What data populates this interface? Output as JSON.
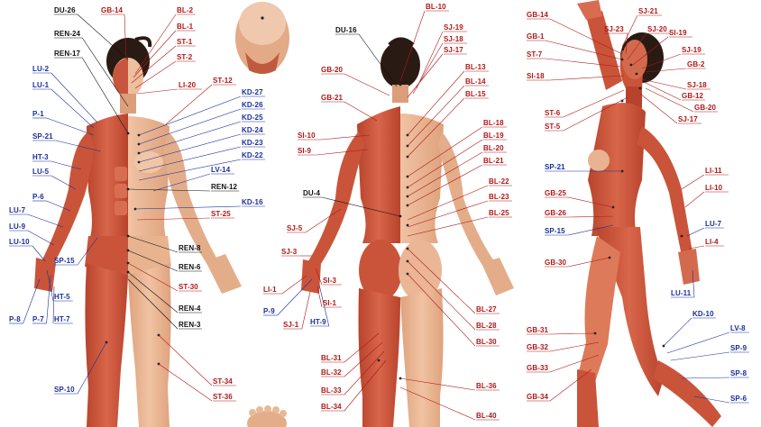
{
  "colors": {
    "skin": "#e9b48f",
    "muscle": "#c9543a",
    "muscle_light": "#dd7a5a",
    "hair": "#2a1a14",
    "label_red": "#b01818",
    "label_blue": "#1a2f9a",
    "label_black": "#111111",
    "point": "#222222"
  },
  "figures": [
    {
      "id": "front",
      "view": "anterior"
    },
    {
      "id": "back",
      "view": "posterior"
    },
    {
      "id": "side",
      "view": "lateral"
    },
    {
      "id": "head-top",
      "view": "top of head"
    },
    {
      "id": "foot",
      "view": "sole of foot"
    }
  ],
  "labels": {
    "front": [
      {
        "text": "DU-26",
        "color": "black"
      },
      {
        "text": "GB-14",
        "color": "red"
      },
      {
        "text": "BL-2",
        "color": "red"
      },
      {
        "text": "BL-1",
        "color": "red"
      },
      {
        "text": "REN-24",
        "color": "black"
      },
      {
        "text": "ST-1",
        "color": "red"
      },
      {
        "text": "REN-17",
        "color": "black"
      },
      {
        "text": "ST-2",
        "color": "red"
      },
      {
        "text": "LU-2",
        "color": "blue"
      },
      {
        "text": "LI-20",
        "color": "red"
      },
      {
        "text": "LU-1",
        "color": "blue"
      },
      {
        "text": "ST-12",
        "color": "red"
      },
      {
        "text": "KD-27",
        "color": "blue"
      },
      {
        "text": "KD-26",
        "color": "blue"
      },
      {
        "text": "P-1",
        "color": "blue"
      },
      {
        "text": "KD-25",
        "color": "blue"
      },
      {
        "text": "SP-21",
        "color": "blue"
      },
      {
        "text": "KD-24",
        "color": "blue"
      },
      {
        "text": "KD-23",
        "color": "blue"
      },
      {
        "text": "HT-3",
        "color": "blue"
      },
      {
        "text": "KD-22",
        "color": "blue"
      },
      {
        "text": "LU-5",
        "color": "blue"
      },
      {
        "text": "LV-14",
        "color": "blue"
      },
      {
        "text": "REN-12",
        "color": "black"
      },
      {
        "text": "P-6",
        "color": "blue"
      },
      {
        "text": "KD-16",
        "color": "blue"
      },
      {
        "text": "LU-7",
        "color": "blue"
      },
      {
        "text": "ST-25",
        "color": "red"
      },
      {
        "text": "LU-9",
        "color": "blue"
      },
      {
        "text": "LU-10",
        "color": "blue"
      },
      {
        "text": "REN-8",
        "color": "black"
      },
      {
        "text": "SP-15",
        "color": "blue"
      },
      {
        "text": "REN-6",
        "color": "black"
      },
      {
        "text": "HT-5",
        "color": "blue"
      },
      {
        "text": "ST-30",
        "color": "red"
      },
      {
        "text": "P-8",
        "color": "blue"
      },
      {
        "text": "P-7",
        "color": "blue"
      },
      {
        "text": "HT-7",
        "color": "blue"
      },
      {
        "text": "REN-4",
        "color": "black"
      },
      {
        "text": "REN-3",
        "color": "black"
      },
      {
        "text": "ST-34",
        "color": "red"
      },
      {
        "text": "SP-10",
        "color": "blue"
      },
      {
        "text": "ST-36",
        "color": "red"
      }
    ],
    "back": [
      {
        "text": "BL-10",
        "color": "red"
      },
      {
        "text": "DU-16",
        "color": "black"
      },
      {
        "text": "SJ-19",
        "color": "red"
      },
      {
        "text": "SJ-18",
        "color": "red"
      },
      {
        "text": "SJ-17",
        "color": "red"
      },
      {
        "text": "GB-20",
        "color": "red"
      },
      {
        "text": "BL-13",
        "color": "red"
      },
      {
        "text": "BL-14",
        "color": "red"
      },
      {
        "text": "GB-21",
        "color": "red"
      },
      {
        "text": "BL-15",
        "color": "red"
      },
      {
        "text": "BL-18",
        "color": "red"
      },
      {
        "text": "SI-10",
        "color": "red"
      },
      {
        "text": "BL-19",
        "color": "red"
      },
      {
        "text": "BL-20",
        "color": "red"
      },
      {
        "text": "SI-9",
        "color": "red"
      },
      {
        "text": "BL-21",
        "color": "red"
      },
      {
        "text": "BL-22",
        "color": "red"
      },
      {
        "text": "DU-4",
        "color": "black"
      },
      {
        "text": "BL-23",
        "color": "red"
      },
      {
        "text": "BL-25",
        "color": "red"
      },
      {
        "text": "SJ-5",
        "color": "red"
      },
      {
        "text": "SJ-3",
        "color": "red"
      },
      {
        "text": "SI-3",
        "color": "red"
      },
      {
        "text": "LI-1",
        "color": "red"
      },
      {
        "text": "SI-1",
        "color": "red"
      },
      {
        "text": "BL-27",
        "color": "red"
      },
      {
        "text": "P-9",
        "color": "blue"
      },
      {
        "text": "HT-9",
        "color": "blue"
      },
      {
        "text": "BL-28",
        "color": "red"
      },
      {
        "text": "SJ-1",
        "color": "red"
      },
      {
        "text": "BL-30",
        "color": "red"
      },
      {
        "text": "BL-31",
        "color": "red"
      },
      {
        "text": "BL-32",
        "color": "red"
      },
      {
        "text": "BL-33",
        "color": "red"
      },
      {
        "text": "BL-36",
        "color": "red"
      },
      {
        "text": "BL-34",
        "color": "red"
      },
      {
        "text": "BL-40",
        "color": "red"
      }
    ],
    "side": [
      {
        "text": "GB-14",
        "color": "red"
      },
      {
        "text": "SJ-21",
        "color": "red"
      },
      {
        "text": "SJ-23",
        "color": "red"
      },
      {
        "text": "SJ-20",
        "color": "red"
      },
      {
        "text": "GB-1",
        "color": "red"
      },
      {
        "text": "SI-19",
        "color": "red"
      },
      {
        "text": "ST-7",
        "color": "red"
      },
      {
        "text": "SJ-19",
        "color": "red"
      },
      {
        "text": "GB-2",
        "color": "red"
      },
      {
        "text": "SI-18",
        "color": "red"
      },
      {
        "text": "SJ-18",
        "color": "red"
      },
      {
        "text": "GB-12",
        "color": "red"
      },
      {
        "text": "GB-20",
        "color": "red"
      },
      {
        "text": "ST-6",
        "color": "red"
      },
      {
        "text": "SJ-17",
        "color": "red"
      },
      {
        "text": "ST-5",
        "color": "red"
      },
      {
        "text": "SP-21",
        "color": "blue"
      },
      {
        "text": "LI-11",
        "color": "red"
      },
      {
        "text": "LI-10",
        "color": "red"
      },
      {
        "text": "GB-25",
        "color": "red"
      },
      {
        "text": "GB-26",
        "color": "red"
      },
      {
        "text": "LU-7",
        "color": "blue"
      },
      {
        "text": "SP-15",
        "color": "blue"
      },
      {
        "text": "LI-4",
        "color": "red"
      },
      {
        "text": "GB-30",
        "color": "red"
      },
      {
        "text": "LU-11",
        "color": "blue"
      },
      {
        "text": "KD-10",
        "color": "blue"
      },
      {
        "text": "LV-8",
        "color": "blue"
      },
      {
        "text": "GB-31",
        "color": "red"
      },
      {
        "text": "SP-9",
        "color": "blue"
      },
      {
        "text": "GB-32",
        "color": "red"
      },
      {
        "text": "GB-33",
        "color": "red"
      },
      {
        "text": "SP-8",
        "color": "blue"
      },
      {
        "text": "GB-34",
        "color": "red"
      },
      {
        "text": "SP-6",
        "color": "blue"
      }
    ]
  }
}
